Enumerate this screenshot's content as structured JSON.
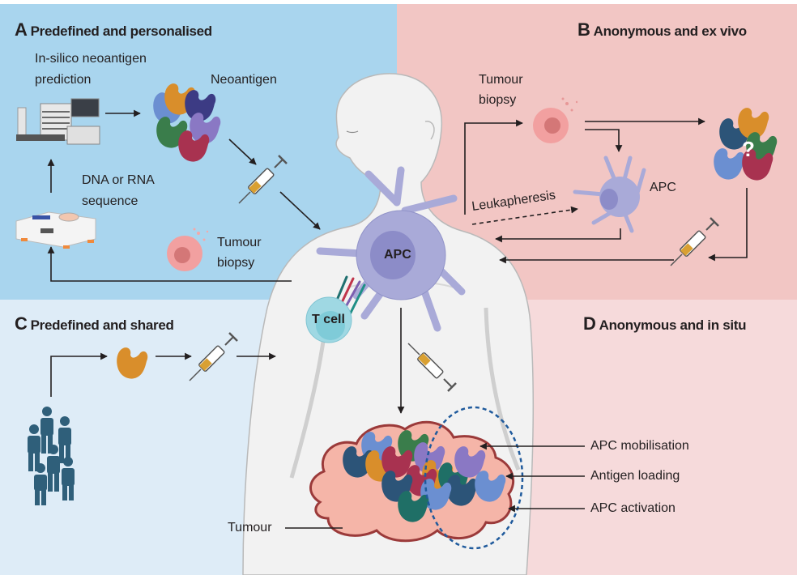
{
  "panels": {
    "A": {
      "letter": "A",
      "title": "Predefined and personalised",
      "color": "#a9d5ee"
    },
    "B": {
      "letter": "B",
      "title": "Anonymous and ex vivo",
      "color": "#f2c6c4"
    },
    "C": {
      "letter": "C",
      "title": "Predefined and shared",
      "color": "#deecf7"
    },
    "D": {
      "letter": "D",
      "title": "Anonymous and in situ",
      "color": "#f6dadb"
    }
  },
  "labels": {
    "insilico_line1": "In-silico neoantigen",
    "insilico_line2": "prediction",
    "neoantigen": "Neoantigen",
    "dna_line1": "DNA or RNA",
    "dna_line2": "sequence",
    "tumour_biopsy_a_line1": "Tumour",
    "tumour_biopsy_a_line2": "biopsy",
    "tumour_biopsy_b_line1": "Tumour",
    "tumour_biopsy_b_line2": "biopsy",
    "leukapheresis": "Leukapheresis",
    "apc_b": "APC",
    "apc_center": "APC",
    "t_cell": "T cell",
    "tumour": "Tumour",
    "question_mark": "?",
    "apc_mobilisation": "APC mobilisation",
    "antigen_loading": "Antigen loading",
    "apc_activation": "APC activation"
  },
  "colors": {
    "apc_fill": "#a9aad8",
    "apc_nucleus": "#8c8cc8",
    "t_cell_fill": "#9fd8e3",
    "tumour_fill": "#f5b5a8",
    "tumour_outline": "#9b3a3a",
    "body_fill": "#f2f2f2",
    "people": "#2f5f7a",
    "dotted_ellipse": "#1f5a9c",
    "protein_orange": "#d98e2b",
    "protein_navy": "#3c3b84",
    "protein_lightblue": "#6b8fd1",
    "protein_green": "#3a7d4b",
    "protein_crimson": "#a83250",
    "protein_purple": "#8a78c4",
    "protein_darkblue": "#2c5478",
    "protein_teal": "#1f6f66"
  }
}
